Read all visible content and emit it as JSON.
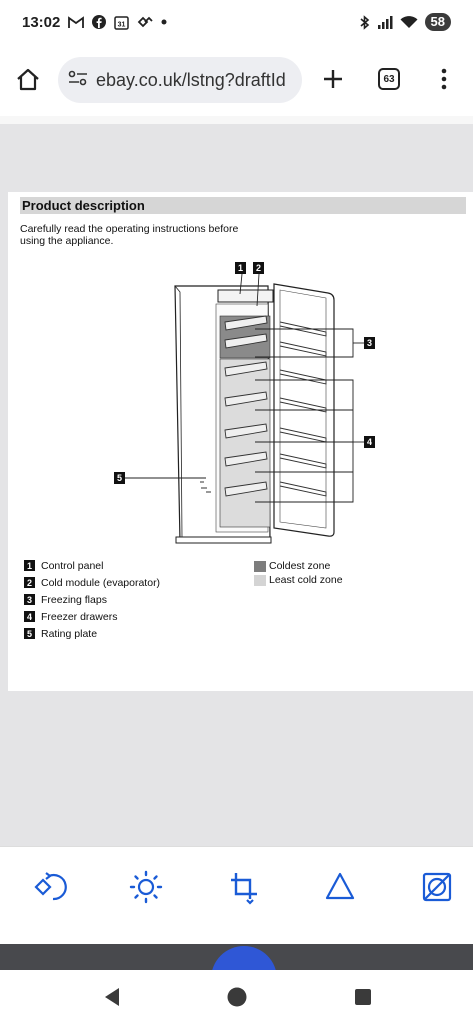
{
  "status_bar": {
    "time": "13:02",
    "battery": "58"
  },
  "browser": {
    "url": "ebay.co.uk/lstng?draftId",
    "tab_count": "63"
  },
  "document": {
    "header": "Product description",
    "intro": "Carefully read the operating instructions before using the appliance.",
    "callouts": [
      "1",
      "2",
      "3",
      "4",
      "5"
    ],
    "legend": [
      {
        "num": "1",
        "label": "Control panel"
      },
      {
        "num": "2",
        "label": "Cold module (evaporator)"
      },
      {
        "num": "3",
        "label": "Freezing flaps"
      },
      {
        "num": "4",
        "label": "Freezer drawers"
      },
      {
        "num": "5",
        "label": "Rating plate"
      }
    ],
    "zones": [
      {
        "label": "Coldest zone",
        "color": "#7d7d7d"
      },
      {
        "label": "Least cold zone",
        "color": "#d4d4d4"
      }
    ]
  },
  "toolbar": {
    "tools": [
      "rotate-icon",
      "brightness-icon",
      "crop-icon",
      "shape-icon",
      "no-image-icon"
    ]
  },
  "colors": {
    "accent": "#1a5bd6",
    "fab": "#2f57d6",
    "band": "#48494d"
  }
}
